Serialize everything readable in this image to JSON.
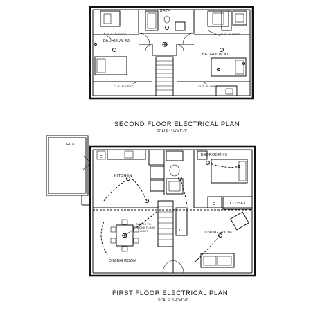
{
  "second_floor": {
    "title": "SECOND FLOOR ELECTRICAL PLAN",
    "scale": "SCALE: 1/4\"=1'-0\"",
    "rooms": {
      "bath": "BATH",
      "bedroom3": "BEDROOM #3",
      "bedroom1": "BEDROOM #1"
    },
    "notes": {
      "clg_slopes_tl": "CLG. SLOPES",
      "clg_slopes_tr": "CLG. SLOPES",
      "clg_slopes_bl": "CLG. SLOPES",
      "clg_slopes_br": "CLG. SLOPES"
    }
  },
  "first_floor": {
    "title": "FIRST FLOOR ELECTRICAL PLAN",
    "scale": "SCALE: 1/4\"=1'-0\"",
    "rooms": {
      "deck": "DECK",
      "kitchen": "KITCHEN",
      "bedroom3": "BEDROOM #3",
      "closet": "CLOSET",
      "dining": "DINING ROOM",
      "living": "LIVING ROOM"
    },
    "note_line1": "SWITCH TO",
    "note_line2": "SECOND FLOOR",
    "note_line3": "LIGHT",
    "closet_mark_c": "C",
    "kitchen_mark_c": "C",
    "stair_mark_c": "C"
  }
}
